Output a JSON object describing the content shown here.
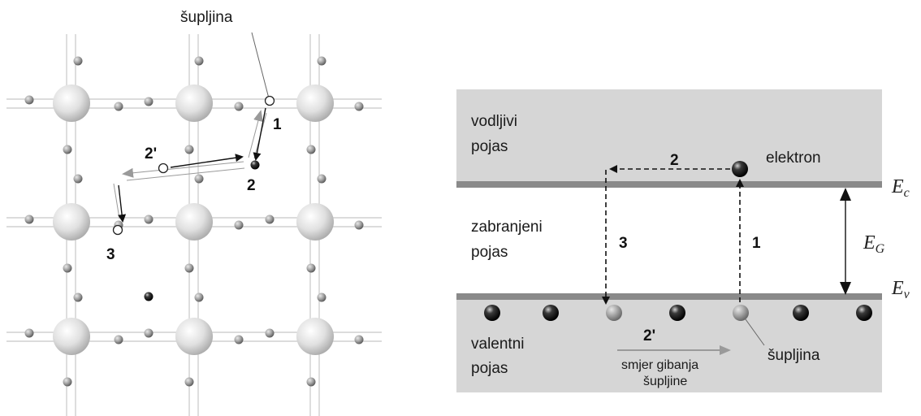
{
  "lattice": {
    "label_hole": "šupljina",
    "step_1": "1",
    "step_2": "2",
    "step_2p": "2'",
    "step_3": "3"
  },
  "bands": {
    "conduction_label_1": "vodljivi",
    "conduction_label_2": "pojas",
    "forbidden_label_1": "zabranjeni",
    "forbidden_label_2": "pojas",
    "valence_label_1": "valentni",
    "valence_label_2": "pojas",
    "electron_label": "elektron",
    "hole_label": "šupljina",
    "hole_motion_1": "smjer gibanja",
    "hole_motion_2": "šupljine",
    "step_1": "1",
    "step_2": "2",
    "step_2p": "2'",
    "step_3": "3",
    "ec_symbol": "E",
    "ec_sub": "c",
    "ev_symbol": "E",
    "ev_sub": "v",
    "eg_symbol": "E",
    "eg_sub": "G"
  },
  "colors": {
    "band_fill": "#d6d6d6",
    "band_edge": "#8a8a8a",
    "grid_line": "#c8c8c8",
    "arrow_dark": "#111111",
    "arrow_light": "#9a9a9a"
  }
}
